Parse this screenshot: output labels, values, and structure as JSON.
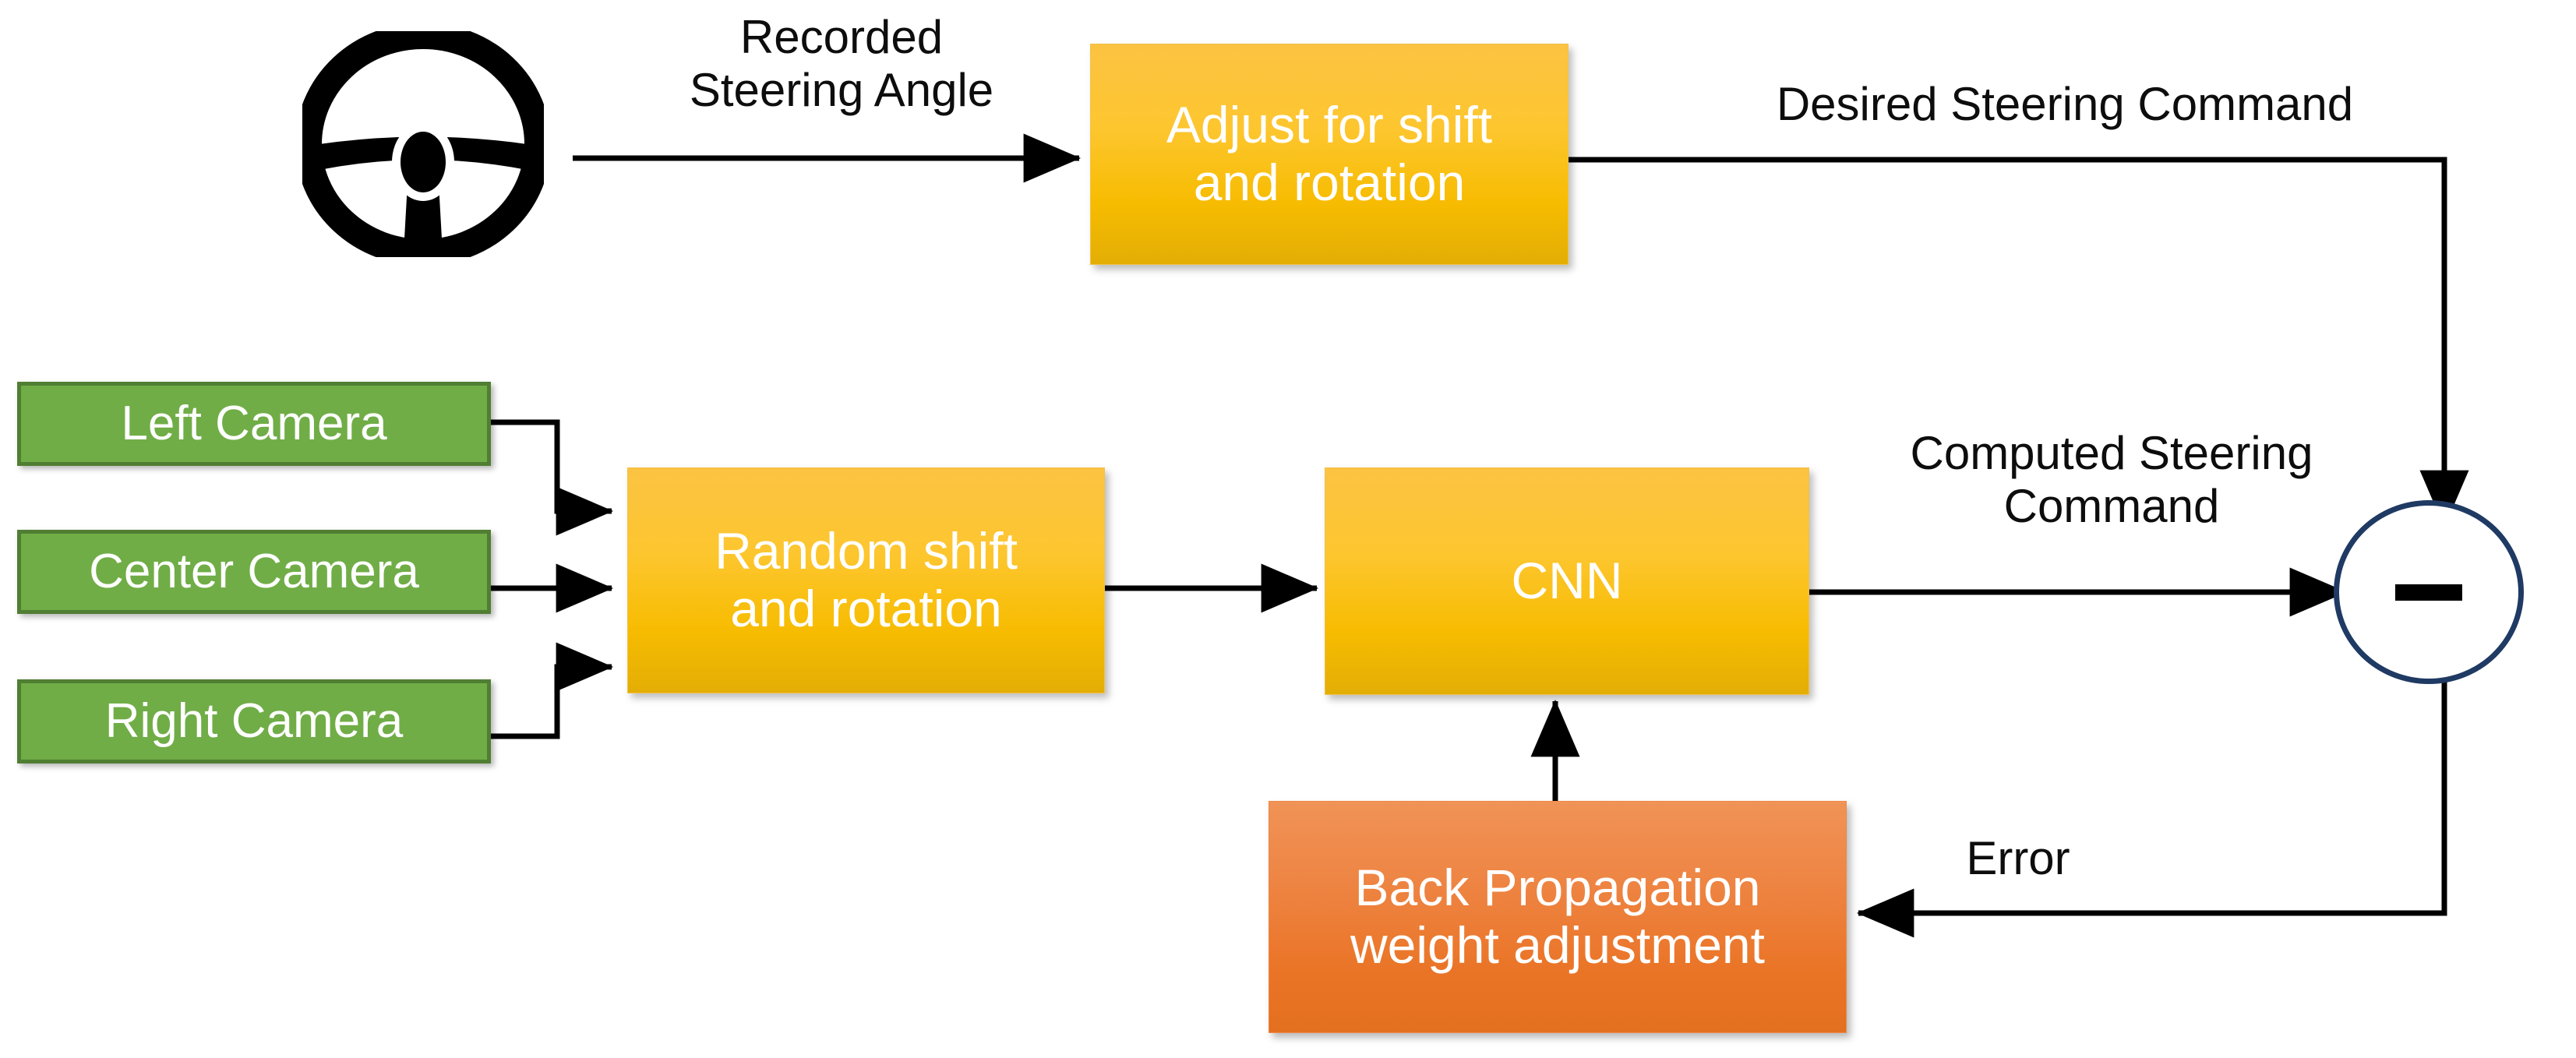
{
  "diagram": {
    "title": "End-to-end steering CNN training loop",
    "background": "#ffffff",
    "colors": {
      "camera_fill": "#70AD47",
      "camera_border": "#507E32",
      "process_fill_top": "#FCC342",
      "process_fill_bottom": "#E3AE05",
      "backprop_fill_top": "#F09356",
      "backprop_fill_bottom": "#E3701F",
      "sum_border": "#1F3A63",
      "edge": "#000000",
      "text_on_fill": "#FFFFFF",
      "text_on_background": "#0D0D0D"
    }
  },
  "nodes": {
    "steering_wheel": {
      "icon": "steering-wheel-icon"
    },
    "adjust": {
      "label": "Adjust for shift\nand rotation"
    },
    "cameras": [
      {
        "label": "Left Camera"
      },
      {
        "label": "Center Camera"
      },
      {
        "label": "Right Camera"
      }
    ],
    "random_shift": {
      "label": "Random shift\nand rotation"
    },
    "cnn": {
      "label": "CNN"
    },
    "backprop": {
      "label": "Back Propagation\nweight adjustment"
    },
    "sum": {
      "operator": "−",
      "name": "subtract"
    }
  },
  "edge_labels": {
    "recorded_steering_angle": "Recorded\nSteering Angle",
    "desired_steering_command": "Desired Steering Command",
    "computed_steering_command": "Computed Steering\nCommand",
    "error": "Error"
  }
}
